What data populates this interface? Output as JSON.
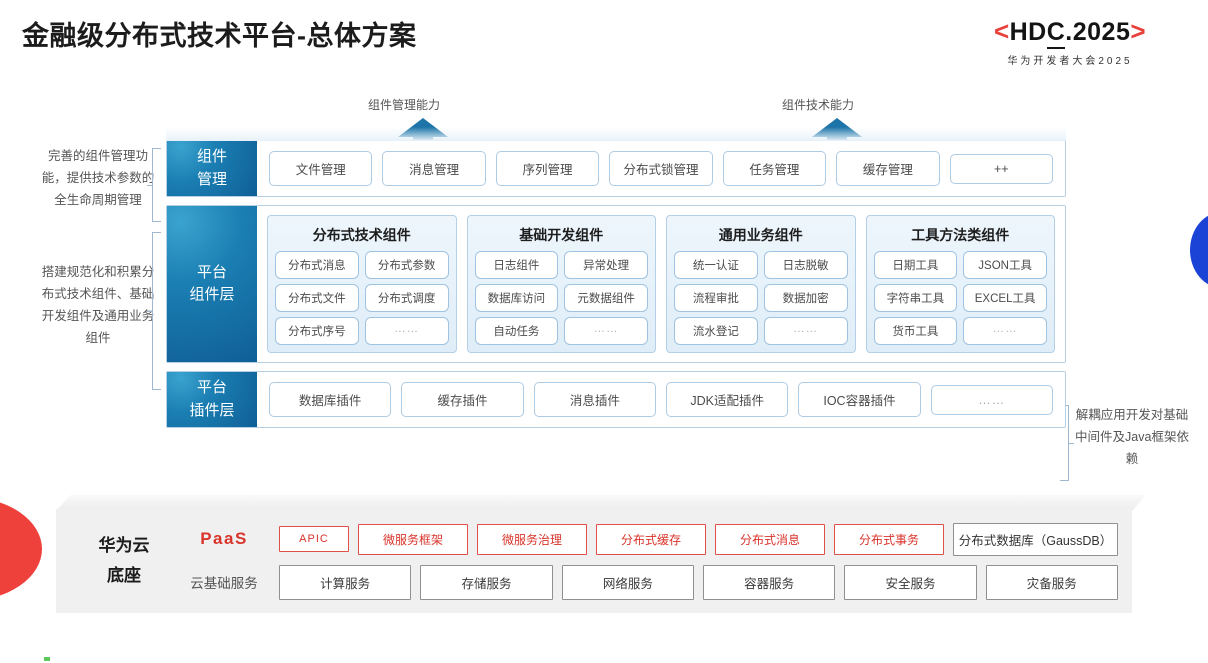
{
  "header": {
    "title": "金融级分布式技术平台-总体方案",
    "logo_open_bracket": "<",
    "logo_text_1": "HD",
    "logo_text_2": "C",
    "logo_text_3": ".2025",
    "logo_close_bracket": ">",
    "logo_sub": "华为开发者大会2025",
    "accent_red": "#e8413c"
  },
  "arrows": [
    {
      "caption": "组件管理能力"
    },
    {
      "caption": "组件技术能力"
    }
  ],
  "side_notes": {
    "left_top": "完善的组件管理功能，提供技术参数的全生命周期管理",
    "left_mid": "搭建规范化和积累分布式技术组件、基础开发组件及通用业务组件",
    "right_bottom": "解耦应用开发对基础中间件及Java框架依赖"
  },
  "layers": {
    "component_management": {
      "label": "组件\n管理",
      "label_line1": "组件",
      "label_line2": "管理",
      "items": [
        "文件管理",
        "消息管理",
        "序列管理",
        "分布式锁管理",
        "任务管理",
        "缓存管理",
        "++"
      ]
    },
    "platform_component": {
      "label_line1": "平台",
      "label_line2": "组件层",
      "groups": [
        {
          "title": "分布式技术组件",
          "rows": [
            [
              "分布式消息",
              "分布式参数"
            ],
            [
              "分布式文件",
              "分布式调度"
            ],
            [
              "分布式序号",
              "……"
            ]
          ]
        },
        {
          "title": "基础开发组件",
          "rows": [
            [
              "日志组件",
              "异常处理"
            ],
            [
              "数据库访问",
              "元数据组件"
            ],
            [
              "自动任务",
              "……"
            ]
          ]
        },
        {
          "title": "通用业务组件",
          "rows": [
            [
              "统一认证",
              "日志脱敏"
            ],
            [
              "流程审批",
              "数据加密"
            ],
            [
              "流水登记",
              "……"
            ]
          ]
        },
        {
          "title": "工具方法类组件",
          "rows": [
            [
              "日期工具",
              "JSON工具"
            ],
            [
              "字符串工具",
              "EXCEL工具"
            ],
            [
              "货币工具",
              "……"
            ]
          ]
        }
      ]
    },
    "platform_plugin": {
      "label_line1": "平台",
      "label_line2": "插件层",
      "items": [
        "数据库插件",
        "缓存插件",
        "消息插件",
        "JDK适配插件",
        "IOC容器插件",
        "……"
      ]
    }
  },
  "base": {
    "title_line1": "华为云",
    "title_line2": "底座",
    "paas_tag": "PaaS",
    "cloud_tag": "云基础服务",
    "paas_items": [
      "APIC",
      "微服务框架",
      "微服务治理",
      "分布式缓存",
      "分布式消息",
      "分布式事务"
    ],
    "paas_db": "分布式数据库（GaussDB）",
    "cloud_items": [
      "计算服务",
      "存储服务",
      "网络服务",
      "容器服务",
      "安全服务",
      "灾备服务"
    ]
  }
}
